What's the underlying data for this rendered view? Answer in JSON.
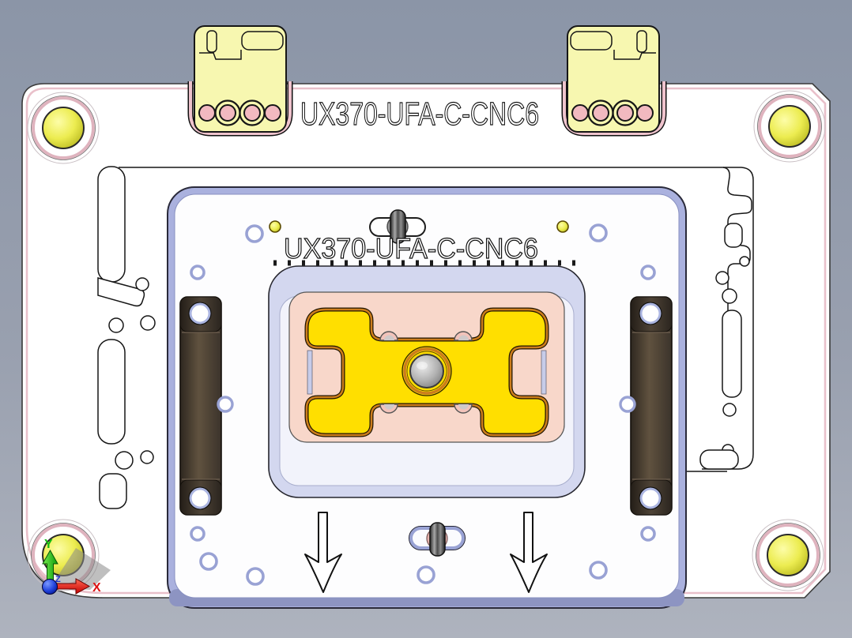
{
  "viewport": {
    "engravings": {
      "top": "UX370-UFA-C-CNC6",
      "inner": "UX370-UFA-C-CNC6"
    },
    "triad": {
      "x": "X",
      "y": "Y",
      "z": "Z"
    },
    "colors": {
      "background_top": "#8b95a7",
      "background_bottom": "#aeb3be",
      "base_plate": "#ffffff",
      "plate_edge_pink": "#e9c0ca",
      "clamp_body_yellow": "#f7f7b0",
      "clamp_hole_pink": "#f2b9c0",
      "bolt_head_yellow": "#e9e94e",
      "top_plate_border_lavender": "#aab1de",
      "pocket_wall_lavender": "#d3d7ef",
      "phone_blank_pink": "#f8d7ca",
      "pressure_plate_yellow": "#ffdf00",
      "pressure_plate_rim_orange": "#cc7d1c",
      "side_rail_brown": "#4a4036",
      "screw_metal_gray": "#b0b0b0",
      "axis_x_red": "#dd1111",
      "axis_y_green": "#11bb11",
      "axis_z_blue": "#2233cc"
    }
  }
}
